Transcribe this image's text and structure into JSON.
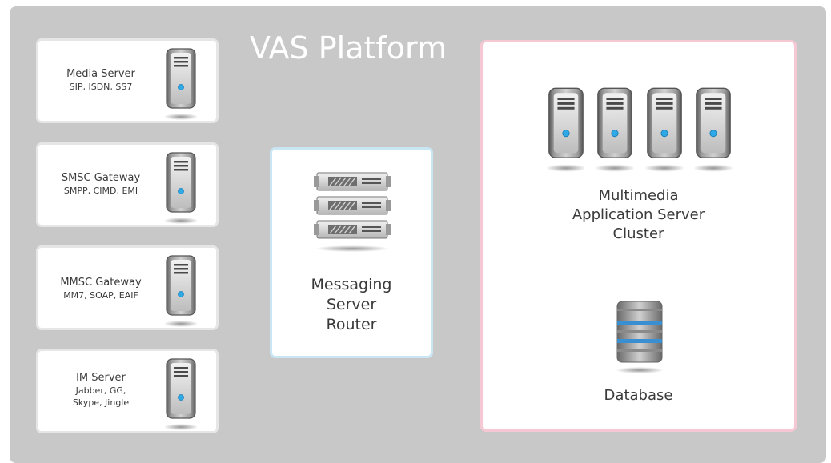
{
  "platform": {
    "title": "VAS Platform"
  },
  "gateways": [
    {
      "name": "Media Server",
      "protocols": [
        "SIP, ISDN, SS7"
      ]
    },
    {
      "name": "SMSC Gateway",
      "protocols": [
        "SMPP, CIMD, EMI"
      ]
    },
    {
      "name": "MMSC Gateway",
      "protocols": [
        "MM7, SOAP, EAIF"
      ]
    },
    {
      "name": "IM Server",
      "protocols": [
        "Jabber, GG,",
        "Skype, Jingle"
      ]
    }
  ],
  "router": {
    "label_lines": [
      "Messaging",
      "Server",
      "Router"
    ]
  },
  "cluster": {
    "label_lines": [
      "Multimedia",
      "Application Server",
      "Cluster"
    ],
    "database_label": "Database"
  },
  "colors": {
    "platform_bg": "#c8c8c8",
    "router_border": "#c9e6f5",
    "cluster_border": "#f6c8d3",
    "server_led": "#2fa8e8",
    "db_band": "#3a8fd1"
  }
}
